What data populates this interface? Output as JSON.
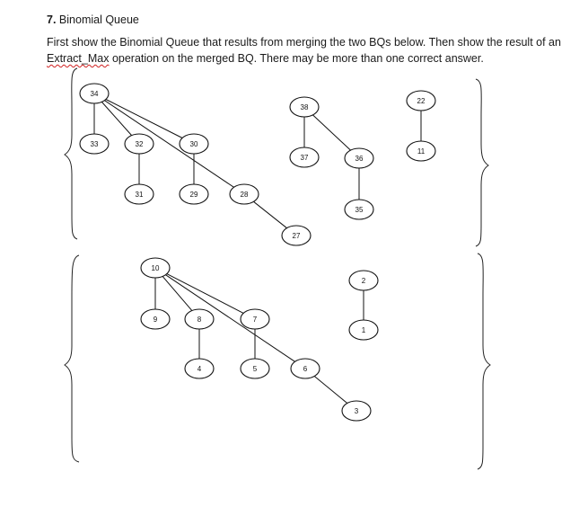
{
  "question": {
    "number": "7.",
    "title": "Binomial Queue",
    "line1": "First show the Binomial Queue that results from merging the two BQs below. Then show the result of an",
    "line2_marked": "Extract_Max",
    "line2_rest": " operation on the merged BQ. There may be more than one correct answer."
  },
  "queues": [
    {
      "name": "top-bq",
      "nodes": [
        {
          "id": "n34",
          "label": "34"
        },
        {
          "id": "n33",
          "label": "33"
        },
        {
          "id": "n32",
          "label": "32"
        },
        {
          "id": "n30",
          "label": "30"
        },
        {
          "id": "n31",
          "label": "31"
        },
        {
          "id": "n29",
          "label": "29"
        },
        {
          "id": "n28",
          "label": "28"
        },
        {
          "id": "n27",
          "label": "27"
        },
        {
          "id": "n38",
          "label": "38"
        },
        {
          "id": "n37",
          "label": "37"
        },
        {
          "id": "n36",
          "label": "36"
        },
        {
          "id": "n35",
          "label": "35"
        },
        {
          "id": "n22",
          "label": "22"
        },
        {
          "id": "n11",
          "label": "11"
        }
      ],
      "edges": [
        [
          "n34",
          "n33"
        ],
        [
          "n34",
          "n32"
        ],
        [
          "n34",
          "n30"
        ],
        [
          "n34",
          "n28"
        ],
        [
          "n32",
          "n31"
        ],
        [
          "n30",
          "n29"
        ],
        [
          "n28",
          "n27"
        ],
        [
          "n38",
          "n37"
        ],
        [
          "n38",
          "n36"
        ],
        [
          "n36",
          "n35"
        ],
        [
          "n22",
          "n11"
        ]
      ]
    },
    {
      "name": "bottom-bq",
      "nodes": [
        {
          "id": "m10",
          "label": "10"
        },
        {
          "id": "m9",
          "label": "9"
        },
        {
          "id": "m8",
          "label": "8"
        },
        {
          "id": "m7",
          "label": "7"
        },
        {
          "id": "m4",
          "label": "4"
        },
        {
          "id": "m5",
          "label": "5"
        },
        {
          "id": "m6",
          "label": "6"
        },
        {
          "id": "m3",
          "label": "3"
        },
        {
          "id": "m2",
          "label": "2"
        },
        {
          "id": "m1",
          "label": "1"
        }
      ],
      "edges": [
        [
          "m10",
          "m9"
        ],
        [
          "m10",
          "m8"
        ],
        [
          "m10",
          "m7"
        ],
        [
          "m10",
          "m6"
        ],
        [
          "m8",
          "m4"
        ],
        [
          "m7",
          "m5"
        ],
        [
          "m6",
          "m3"
        ],
        [
          "m2",
          "m1"
        ]
      ]
    }
  ]
}
